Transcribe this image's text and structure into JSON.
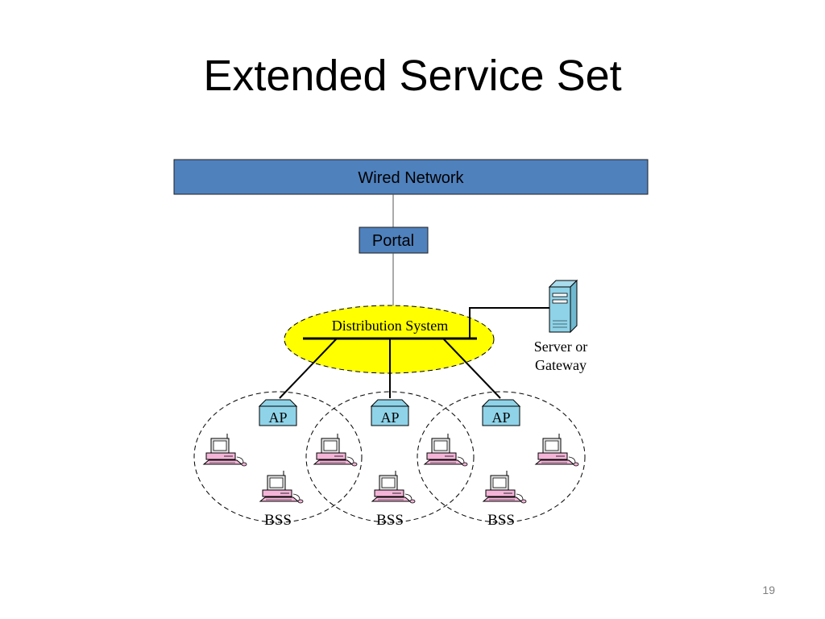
{
  "slide": {
    "title": "Extended Service Set",
    "page_number": "19"
  },
  "diagram": {
    "wired_network_label": "Wired Network",
    "portal_label": "Portal",
    "distribution_system_label": "Distribution System",
    "server_label_line1": "Server or",
    "server_label_line2": "Gateway",
    "ap_label": "AP",
    "bss_label": "BSS",
    "colors": {
      "wired_network_fill": "#4f81bd",
      "portal_fill": "#4f81bd",
      "distribution_fill": "#ffff00",
      "ap_fill": "#8fd3e8",
      "station_fill": "#f4b4d8",
      "server_fill": "#8fd3e8"
    },
    "icons": [
      "access-point-icon",
      "computer-icon",
      "server-icon"
    ]
  }
}
